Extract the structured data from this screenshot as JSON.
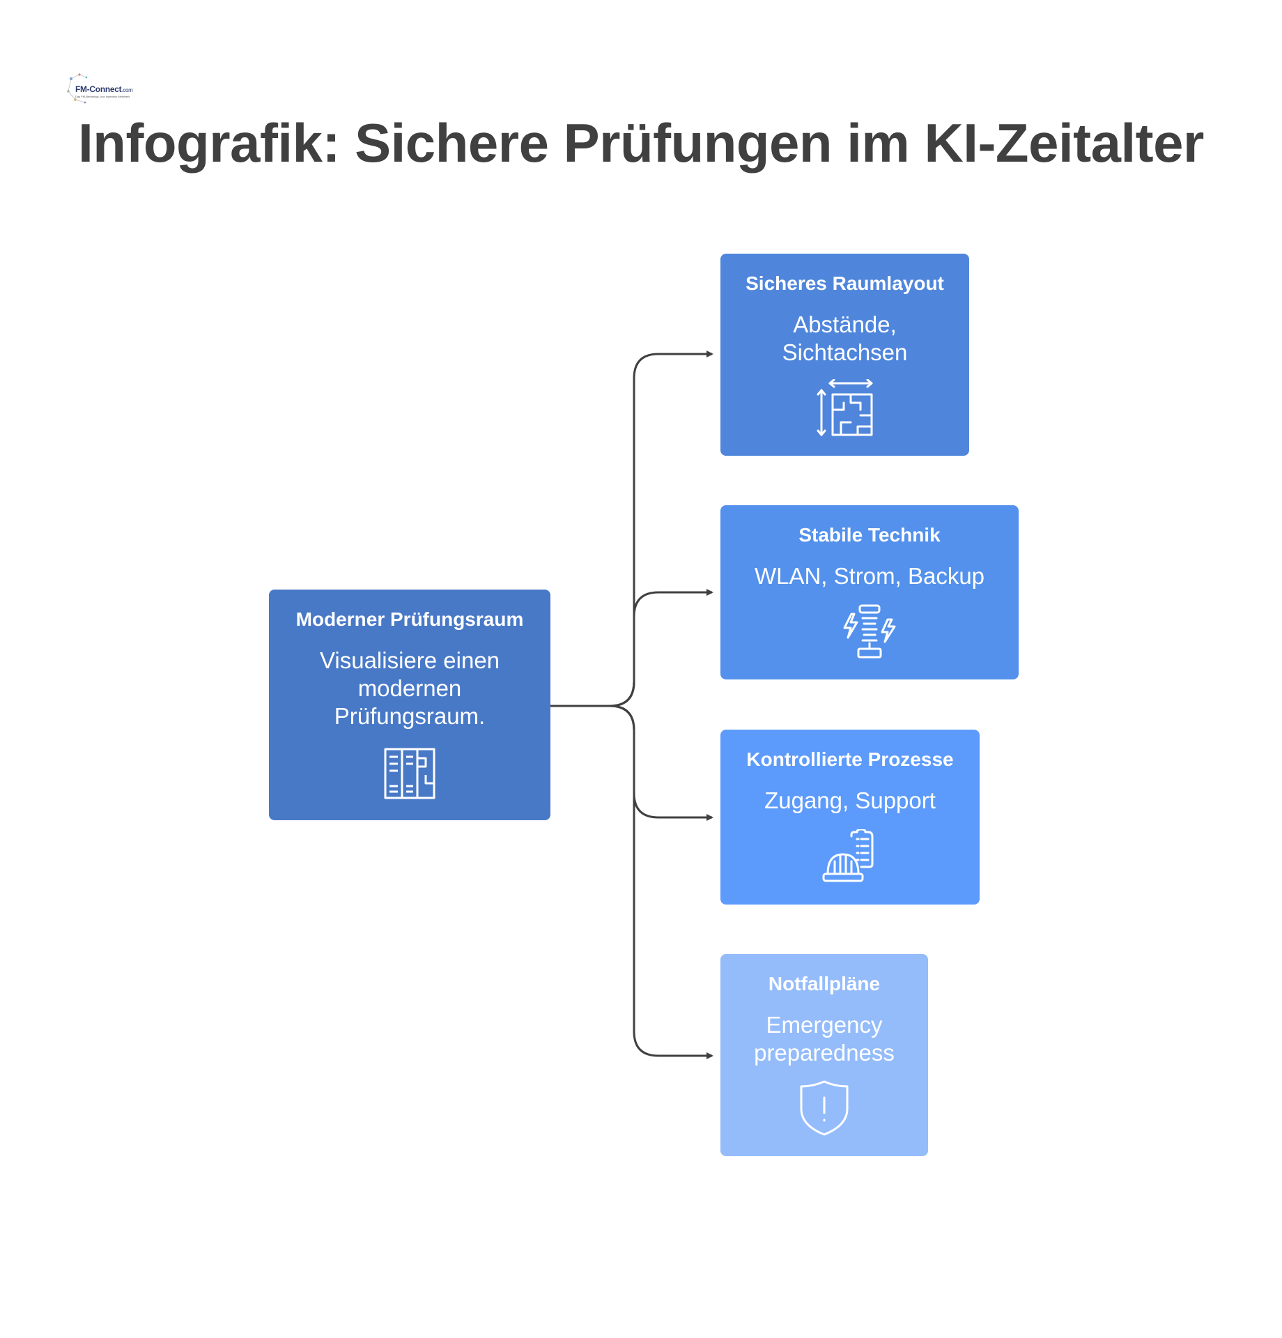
{
  "logo": {
    "name": "FM-Connect",
    "domain": ".com",
    "tagline": "Das FM-Beratungs- und Ingenieur-Netzwerk"
  },
  "title": "Infografik: Sichere Prüfungen im KI-Zeitalter",
  "colors": {
    "root": "#4879c7",
    "layout": "#4f86dc",
    "technik": "#5391ec",
    "prozesse": "#5c9bfb",
    "notfall": "#94bcfb",
    "connector": "#404040"
  },
  "root": {
    "heading": "Moderner Prüfungsraum",
    "description": "Visualisiere einen\nmodernen\nPrüfungsraum.",
    "icon": "building-plan-icon"
  },
  "branches": [
    {
      "heading": "Sicheres Raumlayout",
      "description": "Abstände,\nSichtachsen",
      "icon": "floor-plan-dimensions-icon"
    },
    {
      "heading": "Stabile Technik",
      "description": "WLAN, Strom, Backup",
      "icon": "power-server-icon"
    },
    {
      "heading": "Kontrollierte Prozesse",
      "description": "Zugang, Support",
      "icon": "helmet-clipboard-icon"
    },
    {
      "heading": "Notfallpläne",
      "description": "Emergency\npreparedness",
      "icon": "shield-alert-icon"
    }
  ]
}
